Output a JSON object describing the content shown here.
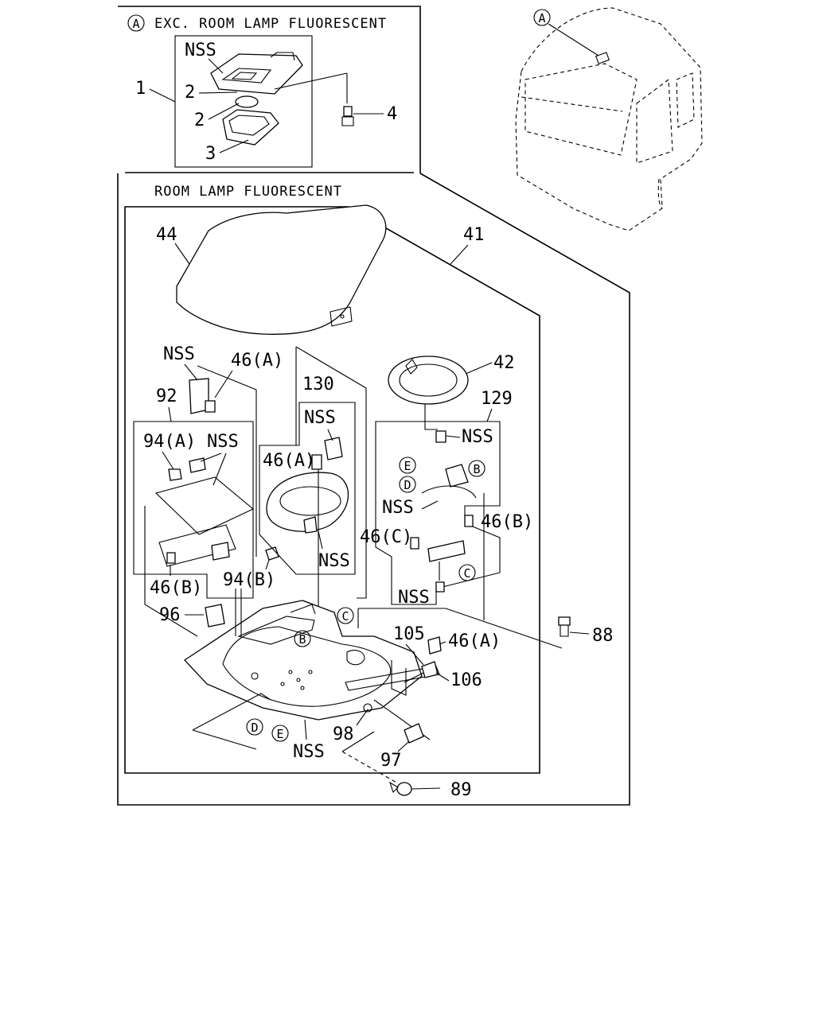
{
  "titles": {
    "exc": "EXC. ROOM LAMP FLUORESCENT",
    "main": "ROOM LAMP FLUORESCENT"
  },
  "circle_marks": {
    "a": "A",
    "b": "B",
    "c": "C",
    "d": "D",
    "e": "E"
  },
  "labels": {
    "nss": "NSS",
    "p1": "1",
    "p2": "2",
    "p3": "3",
    "p4": "4",
    "p41": "41",
    "p42": "42",
    "p44": "44",
    "p46a": "46(A)",
    "p46b": "46(B)",
    "p46c": "46(C)",
    "p88": "88",
    "p89": "89",
    "p92": "92",
    "p94a": "94(A)",
    "p94b": "94(B)",
    "p96": "96",
    "p97": "97",
    "p98": "98",
    "p105": "105",
    "p106": "106",
    "p129": "129",
    "p130": "130"
  }
}
